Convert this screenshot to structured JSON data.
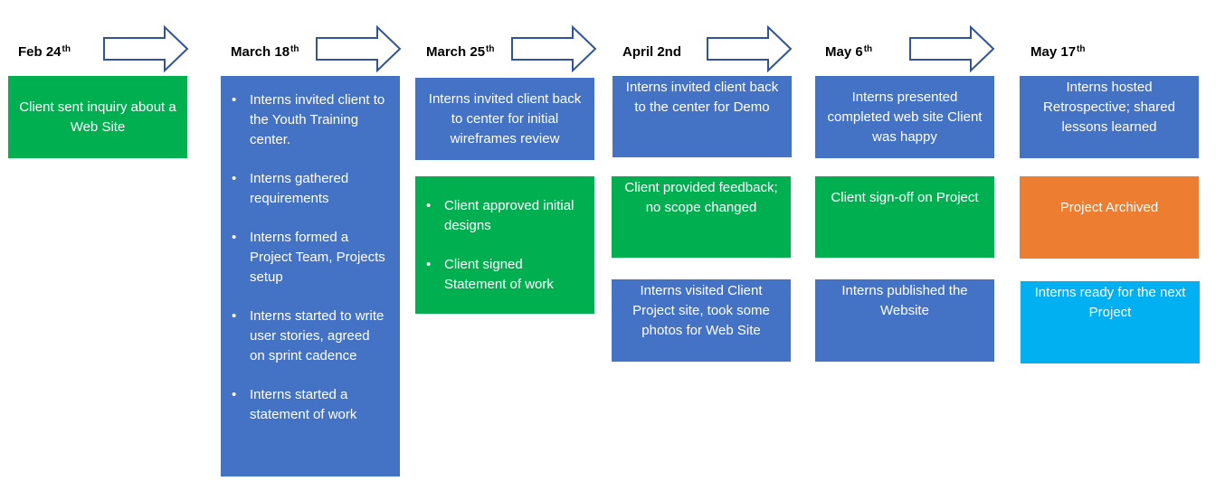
{
  "colors": {
    "blue": "#4472c4",
    "green": "#00b050",
    "orange": "#ed7d31",
    "cyan": "#00b0f0",
    "arrow_stroke": "#2f5597"
  },
  "columns": [
    {
      "date": {
        "main": "Feb 24",
        "suffix": "th"
      },
      "boxes": [
        {
          "color": "green",
          "text": "Client sent inquiry about a Web Site"
        }
      ]
    },
    {
      "date": {
        "main": "March 18",
        "suffix": "th"
      },
      "boxes": [
        {
          "color": "blue",
          "items": [
            "Interns invited client to the Youth Training center.",
            "Interns gathered requirements",
            "Interns formed a Project Team, Projects setup",
            "Interns started to write user stories, agreed on sprint cadence",
            "Interns started a statement of work"
          ]
        }
      ]
    },
    {
      "date": {
        "main": "March 25",
        "suffix": "th"
      },
      "boxes": [
        {
          "color": "blue",
          "text": "Interns invited client back to center for initial wireframes review"
        },
        {
          "color": "green",
          "items": [
            "Client approved initial designs",
            "Client signed Statement of work"
          ]
        }
      ]
    },
    {
      "date": {
        "main": "April 2nd",
        "suffix": ""
      },
      "boxes": [
        {
          "color": "blue",
          "text": "Interns invited client back to the center for Demo"
        },
        {
          "color": "green",
          "text": "Client provided feedback; no scope changed"
        },
        {
          "color": "blue",
          "text": "Interns visited Client Project site, took some photos for Web Site"
        }
      ]
    },
    {
      "date": {
        "main": "May 6",
        "suffix": "th"
      },
      "boxes": [
        {
          "color": "blue",
          "text": "Interns presented completed web site Client was happy"
        },
        {
          "color": "green",
          "text": "Client sign-off on Project"
        },
        {
          "color": "blue",
          "text": "Interns published the Website"
        }
      ]
    },
    {
      "date": {
        "main": "May 17",
        "suffix": "th"
      },
      "boxes": [
        {
          "color": "blue",
          "text": "Interns hosted Retrospective; shared lessons learned"
        },
        {
          "color": "orange",
          "text": "Project Archived"
        },
        {
          "color": "cyan",
          "text": "Interns ready for the next Project"
        }
      ]
    }
  ]
}
